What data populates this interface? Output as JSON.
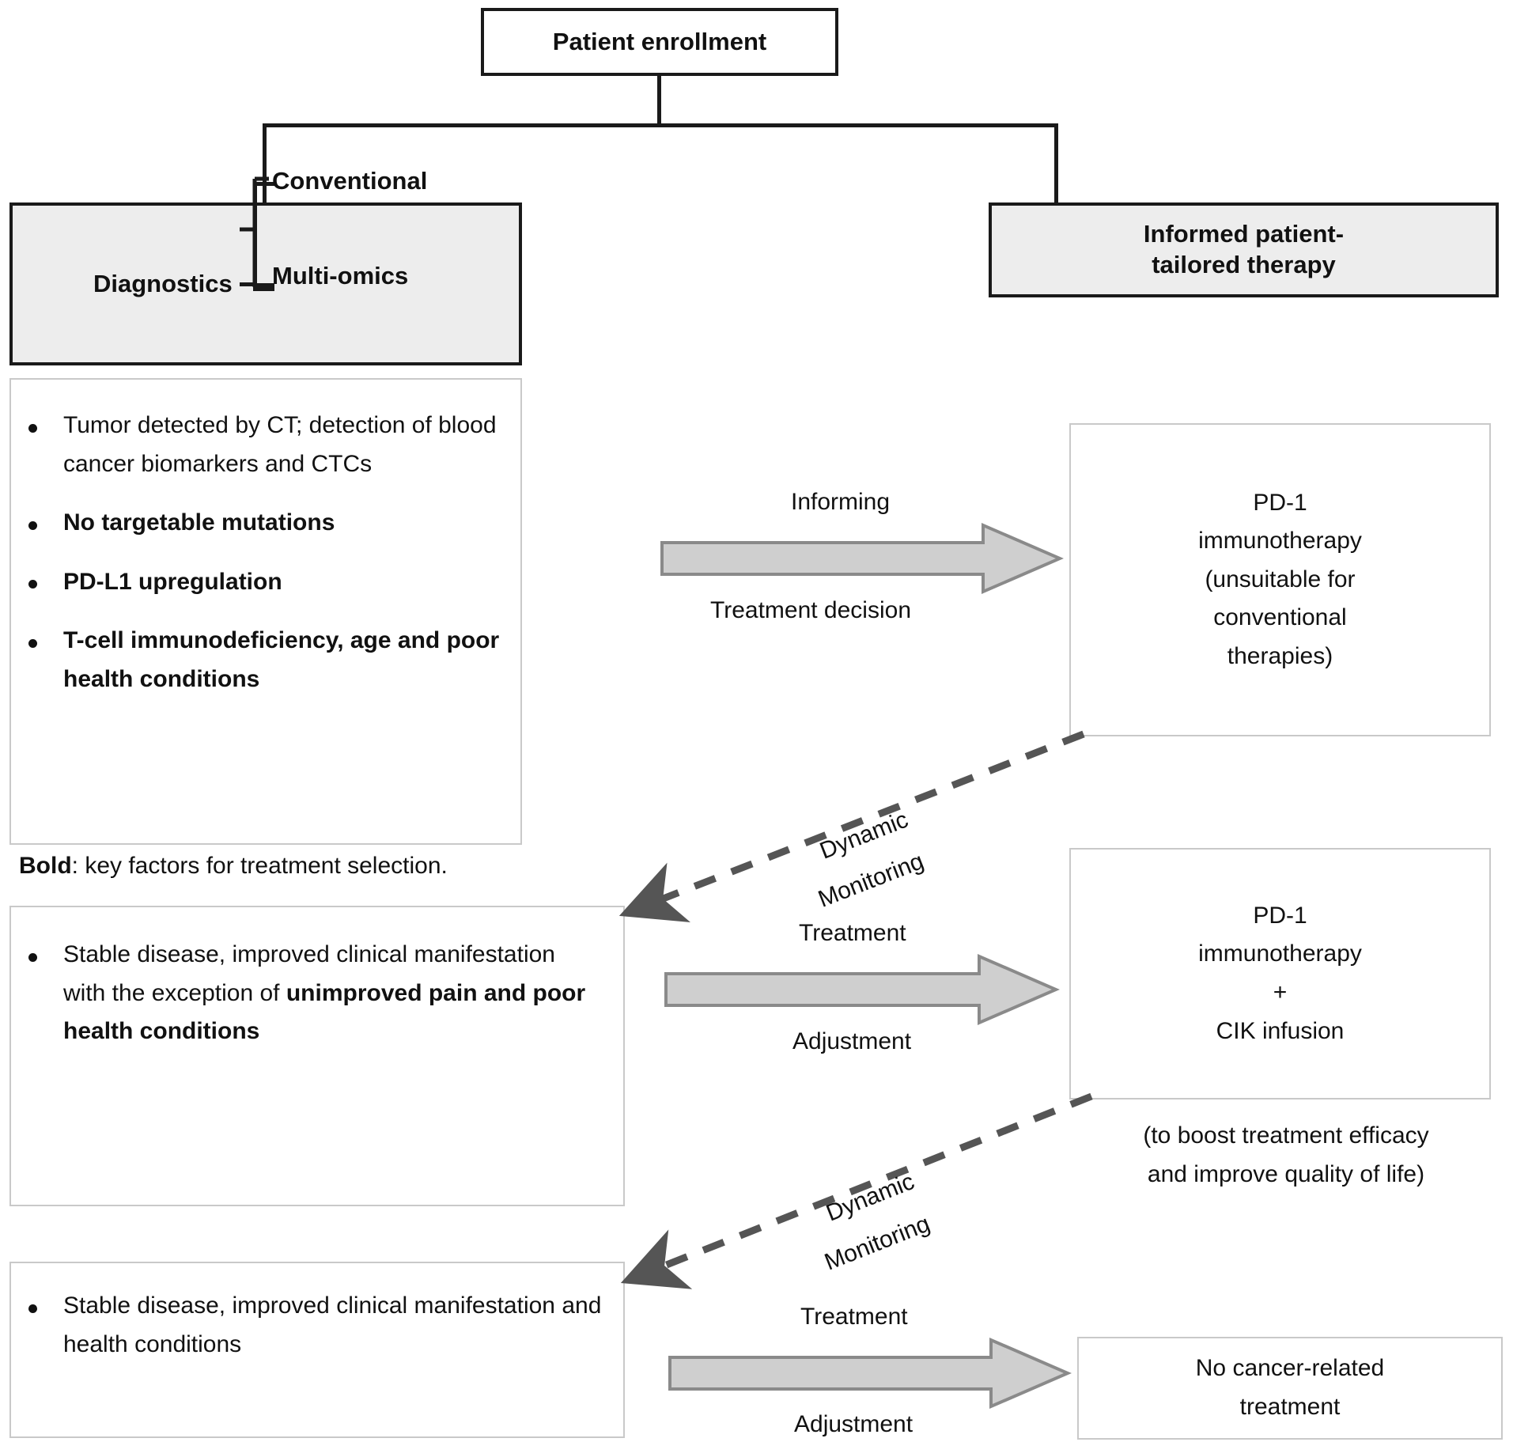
{
  "diagram": {
    "title_box": {
      "label": "Patient enrollment"
    },
    "left_header": {
      "root_label": "Diagnostics",
      "branches": [
        "Conventional",
        "Multi-omics"
      ]
    },
    "right_header": {
      "line1": "Informed patient-",
      "line2": "tailored therapy"
    },
    "legend_note": {
      "bold": "Bold",
      "rest": ": key factors for treatment selection."
    },
    "left_panels": [
      {
        "name": "diagnostics-findings",
        "items": [
          {
            "text": "Tumor detected by CT; detection of blood cancer biomarkers and CTCs",
            "bold": false
          },
          {
            "text": "No targetable mutations",
            "bold": true
          },
          {
            "text": "PD-L1 upregulation",
            "bold": true
          },
          {
            "text": "T-cell immunodeficiency, age and poor health conditions",
            "bold": true
          }
        ]
      },
      {
        "name": "first-followup-findings",
        "items": [
          {
            "text": "Stable disease, improved clinical manifestation with the exception of ",
            "bold": false,
            "bold_tail": "unimproved pain and poor health conditions"
          }
        ]
      },
      {
        "name": "second-followup-findings",
        "items": [
          {
            "text": "Stable disease, improved clinical manifestation and health conditions",
            "bold": false
          }
        ]
      }
    ],
    "right_panels": [
      {
        "name": "therapy-pd1-only",
        "lines": [
          "PD-1",
          "immunotherapy",
          "(unsuitable for",
          "conventional",
          "therapies)"
        ]
      },
      {
        "name": "therapy-pd1-cik",
        "lines": [
          "PD-1",
          "immunotherapy",
          "+",
          "CIK infusion"
        ],
        "caption": [
          "(to boost treatment efficacy",
          "and improve quality of life)"
        ]
      },
      {
        "name": "therapy-none",
        "lines": [
          "No cancer-related",
          "treatment"
        ]
      }
    ],
    "flow_arrows": [
      {
        "name": "informing-treatment-decision",
        "above": "Informing",
        "below": "Treatment decision"
      },
      {
        "name": "treatment-adjustment-1",
        "above": "Treatment",
        "below": "Adjustment"
      },
      {
        "name": "treatment-adjustment-2",
        "above": "Treatment",
        "below": "Adjustment"
      }
    ],
    "feedback_arrows": [
      {
        "name": "dynamic-monitoring-1",
        "line1": "Dynamic",
        "line2": "Monitoring"
      },
      {
        "name": "dynamic-monitoring-2",
        "line1": "Dynamic",
        "line2": "Monitoring"
      }
    ],
    "colors": {
      "box_border_strong": "#1a1a1a",
      "box_fill_header": "#ededed",
      "box_border_light": "#c9c9c9",
      "arrow_fill": "#cfcfcf",
      "arrow_stroke": "#8a8a8a",
      "dashed_stroke": "#555555",
      "text": "#111111"
    }
  }
}
